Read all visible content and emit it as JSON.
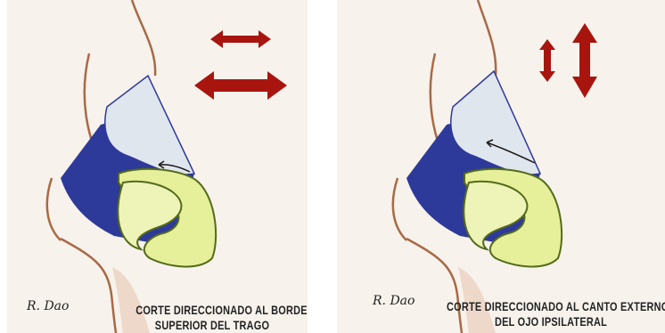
{
  "panels": [
    {
      "caption_line1": "CORTE DIRECCIONADO AL BORDE",
      "caption_line2": "SUPERIOR DEL TRAGO",
      "signature": "R. Dao"
    },
    {
      "caption_line1": "CORTE DIRECCIONADO AL CANTO EXTERNO",
      "caption_line2": "DEL OJO IPSILATERAL",
      "signature": "R. Dao"
    }
  ],
  "colors": {
    "background": "#f7f2ec",
    "blue_flap": "#2e3a9a",
    "white_flap": "#dfe6ee",
    "green_flap": "#e6ef9a",
    "arrow_red": "#a8150f",
    "skin_outline": "#a86a45"
  }
}
